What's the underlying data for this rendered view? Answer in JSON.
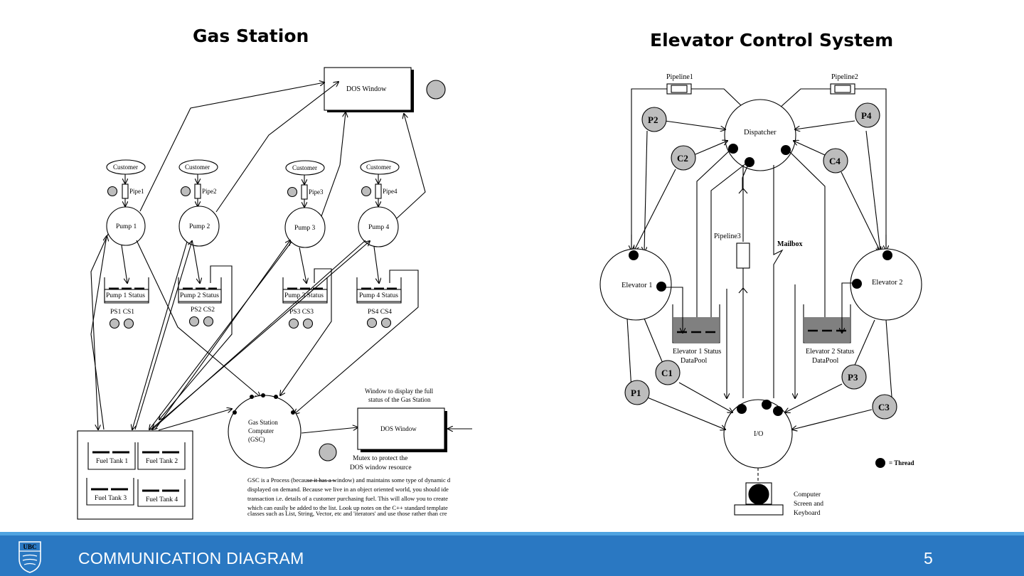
{
  "slide": {
    "left_title": "Gas Station",
    "right_title": "Elevator Control System",
    "footer_title": "COMMUNICATION DIAGRAM",
    "page_number": "5",
    "logo_text": "UBC"
  },
  "gas_station": {
    "dos_window_top": "DOS Window",
    "customers": [
      "Customer",
      "Customer",
      "Customer",
      "Customer"
    ],
    "pipes": [
      "Pipe1",
      "Pipe2",
      "Pipe3",
      "Pipe4"
    ],
    "pumps": [
      "Pump 1",
      "Pump 2",
      "Pump 3",
      "Pump 4"
    ],
    "pump_status": [
      "Pump 1 Status",
      "Pump 2 Status",
      "Pump 3 Status",
      "Pump 4 Status"
    ],
    "semaphores": [
      "PS1 CS1",
      "PS2 CS2",
      "PS3 CS3",
      "PS4 CS4"
    ],
    "fuel_tanks": [
      "Fuel Tank 1",
      "Fuel Tank 2",
      "Fuel Tank 3",
      "Fuel Tank 4"
    ],
    "gsc_lines": [
      "Gas Station",
      "Computer",
      "(GSC)"
    ],
    "window_note_lines": [
      "Window to display the full",
      "status of the Gas Station"
    ],
    "dos_window_bottom": "DOS Window",
    "mutex_lines": [
      "Mutex to protect the",
      "DOS window resource"
    ],
    "description_lines": [
      "GSC is a Process (because it has a window) and maintains some type of dynamic d",
      "displayed on demand. Because we live in an object oriented world, you should ide",
      "transaction i.e. details of a customer purchasing fuel. This will allow you to create",
      "which can easily be added to the list. Look up notes on the C++ standard template",
      "classes such as List, String, Vector, etc and 'iterators' and use those rather than cre"
    ]
  },
  "elevator": {
    "pipeline1": "Pipeline1",
    "pipeline2": "Pipeline2",
    "pipeline3": "Pipeline3",
    "dispatcher": "Dispatcher",
    "mailbox": "Mailbox",
    "elevator1": "Elevator 1",
    "elevator2": "Elevator 2",
    "io": "I/O",
    "small_nodes": [
      "P2",
      "P4",
      "C2",
      "C4",
      "C1",
      "P1",
      "P3",
      "C3"
    ],
    "datapool1_lines": [
      "Elevator 1 Status",
      "DataPool"
    ],
    "datapool2_lines": [
      "Elevator 2 Status",
      "DataPool"
    ],
    "legend": "= Thread",
    "terminal_lines": [
      "Computer",
      "Screen and",
      "Keyboard"
    ]
  }
}
